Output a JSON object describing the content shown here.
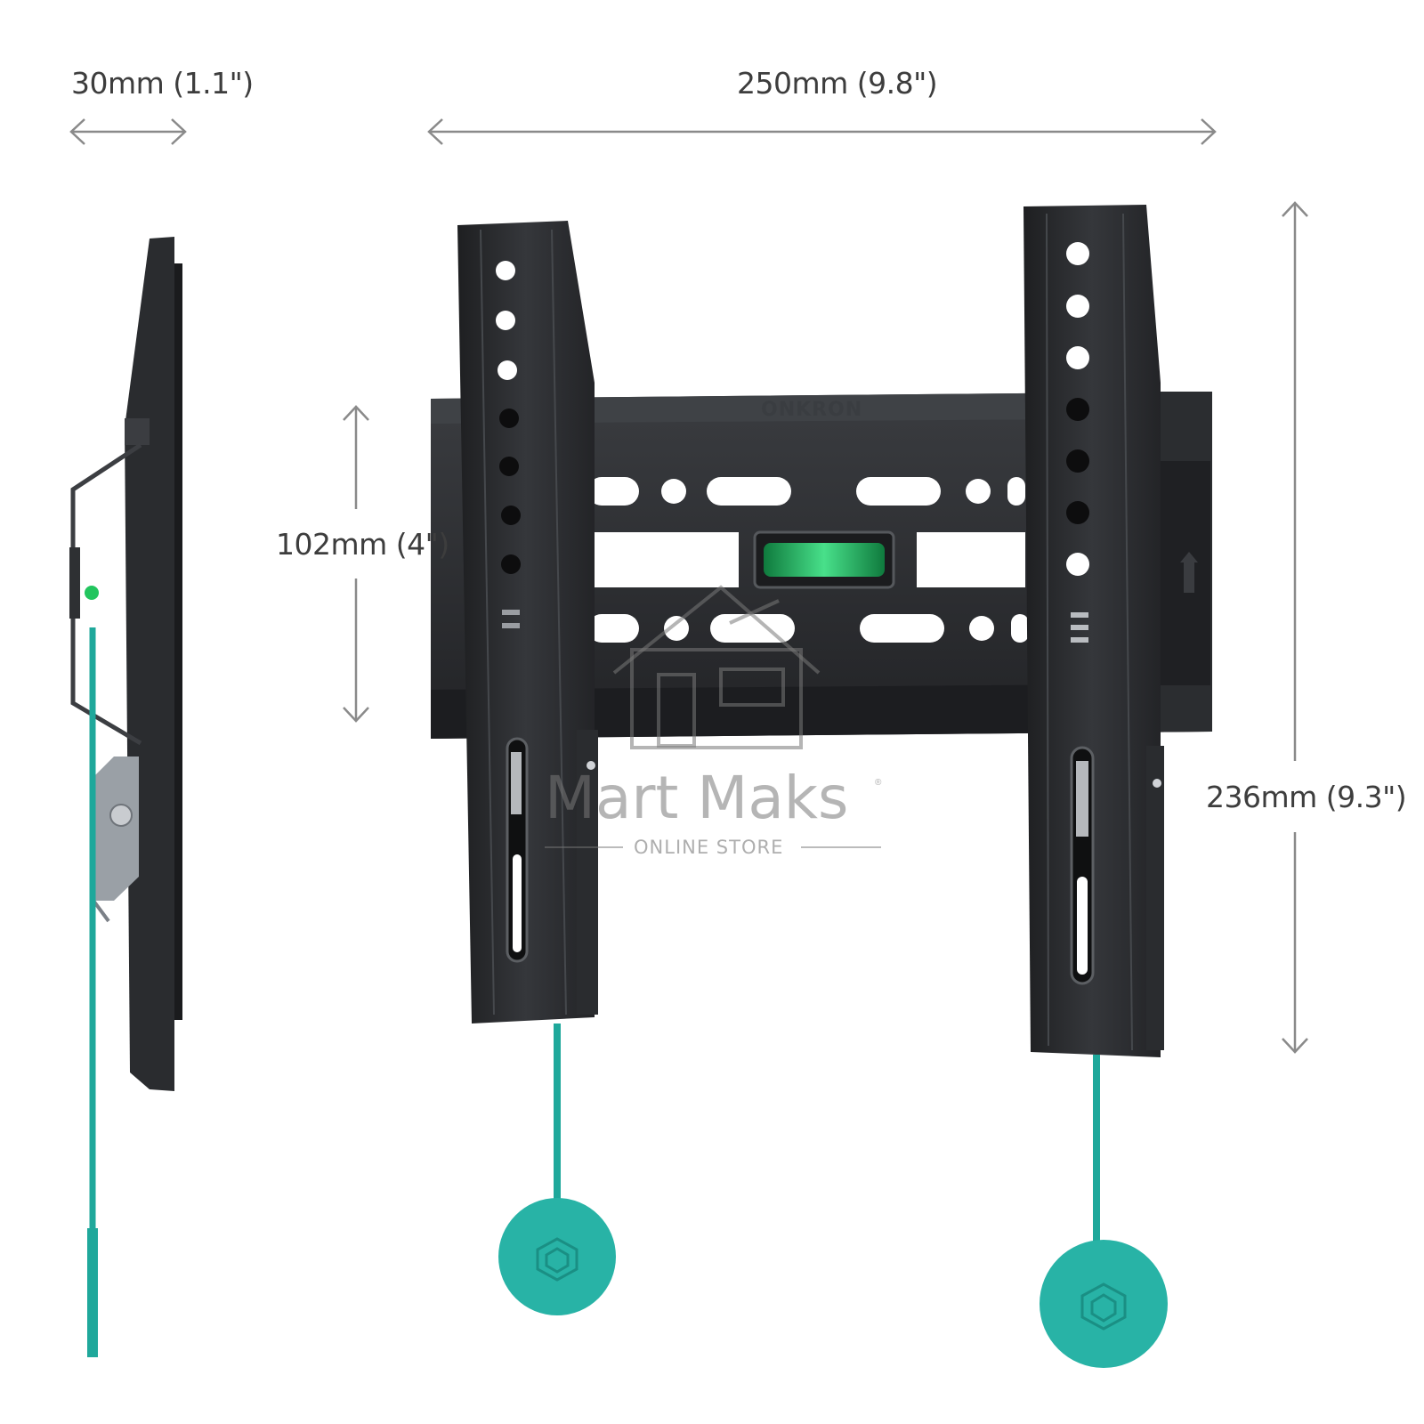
{
  "dimensions": {
    "depth": "30mm (1.1\")",
    "width": "250mm (9.8\")",
    "plate_height": "102mm (4\")",
    "height": "236mm (9.3\")"
  },
  "product": {
    "engraving": "ONKRON",
    "cord_color": "#1fa89b",
    "metal_color": "#2b2d30"
  },
  "watermark": {
    "brand": "Mart Maks",
    "registered": "®",
    "subtitle": "ONLINE STORE"
  }
}
